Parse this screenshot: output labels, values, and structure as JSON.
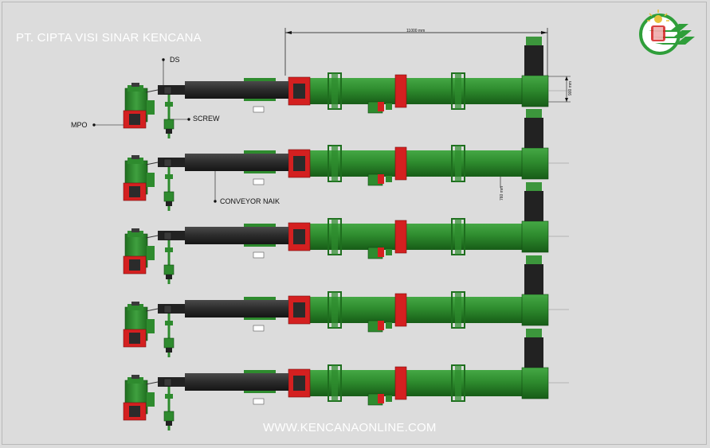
{
  "header": {
    "company_name": "PT. CIPTA VISI SINAR KENCANA"
  },
  "footer": {
    "website": "WWW.KENCANAONLINE.COM"
  },
  "labels": {
    "ds": "DS",
    "screw": "SCREW",
    "mpo": "MPO",
    "conveyor_naik": "CONVEYOR NAIK"
  },
  "dimensions": {
    "length": "11000 mm",
    "diameter": "900 mm",
    "secondary": "760 mm"
  },
  "logo": {
    "icon": "kencana-logo-icon",
    "primary_color": "#2f9e3a",
    "accent_color": "#e8c23a"
  },
  "colors": {
    "background": "#dcdcdc",
    "dryer_green": "#2e8b2e",
    "dryer_dark": "#175c17",
    "conveyor_black": "#2b2b2b",
    "accent_red": "#d42020",
    "text_white": "#ffffff"
  },
  "production_lines": 5
}
